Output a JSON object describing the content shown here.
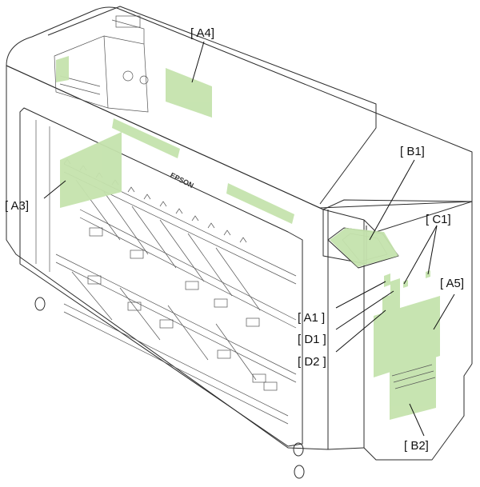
{
  "callouts": {
    "a4": "[ A4]",
    "b1": "[ B1]",
    "c1": "[ C1]",
    "a3": "[ A3]",
    "a5": "[ A5]",
    "a1": "[ A1 ]",
    "d1": "[ D1 ]",
    "d2": "[ D2 ]",
    "b2": "[ B2]"
  },
  "brand_text": "EPSON",
  "colors": {
    "highlight": "#c5e3ad",
    "outline": "#2b2b2b"
  }
}
